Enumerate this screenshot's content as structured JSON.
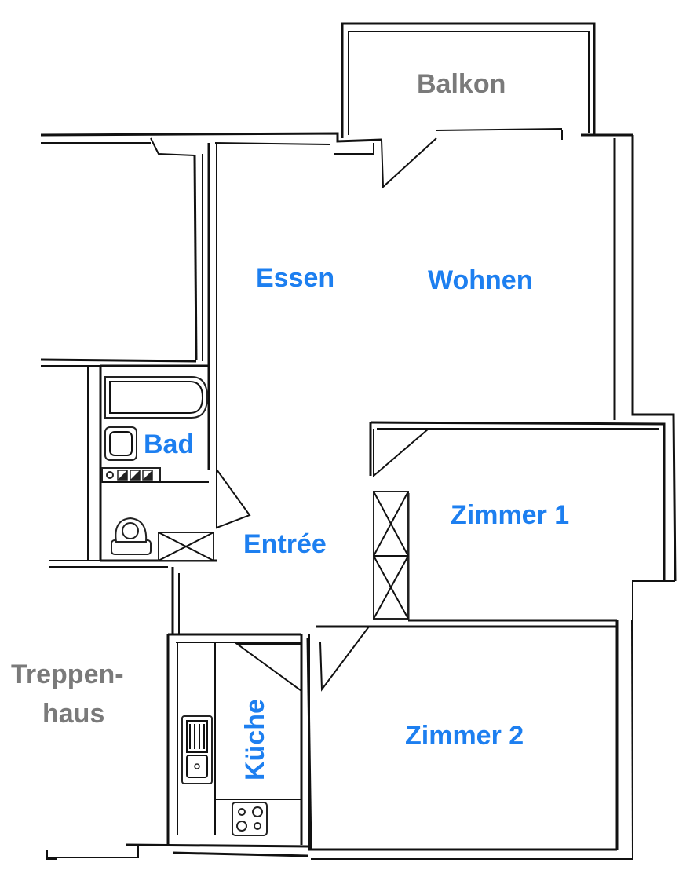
{
  "labels": {
    "balkon": "Balkon",
    "essen": "Essen",
    "wohnen": "Wohnen",
    "bad": "Bad",
    "entree": "Entrée",
    "zimmer1": "Zimmer 1",
    "zimmer2": "Zimmer 2",
    "kueche": "Küche",
    "treppenhaus_line1": "Treppen-",
    "treppenhaus_line2": "haus"
  },
  "colors": {
    "room_label": "#1d7ff0",
    "exterior_label": "#7a7a7a",
    "walls": "#111111"
  }
}
